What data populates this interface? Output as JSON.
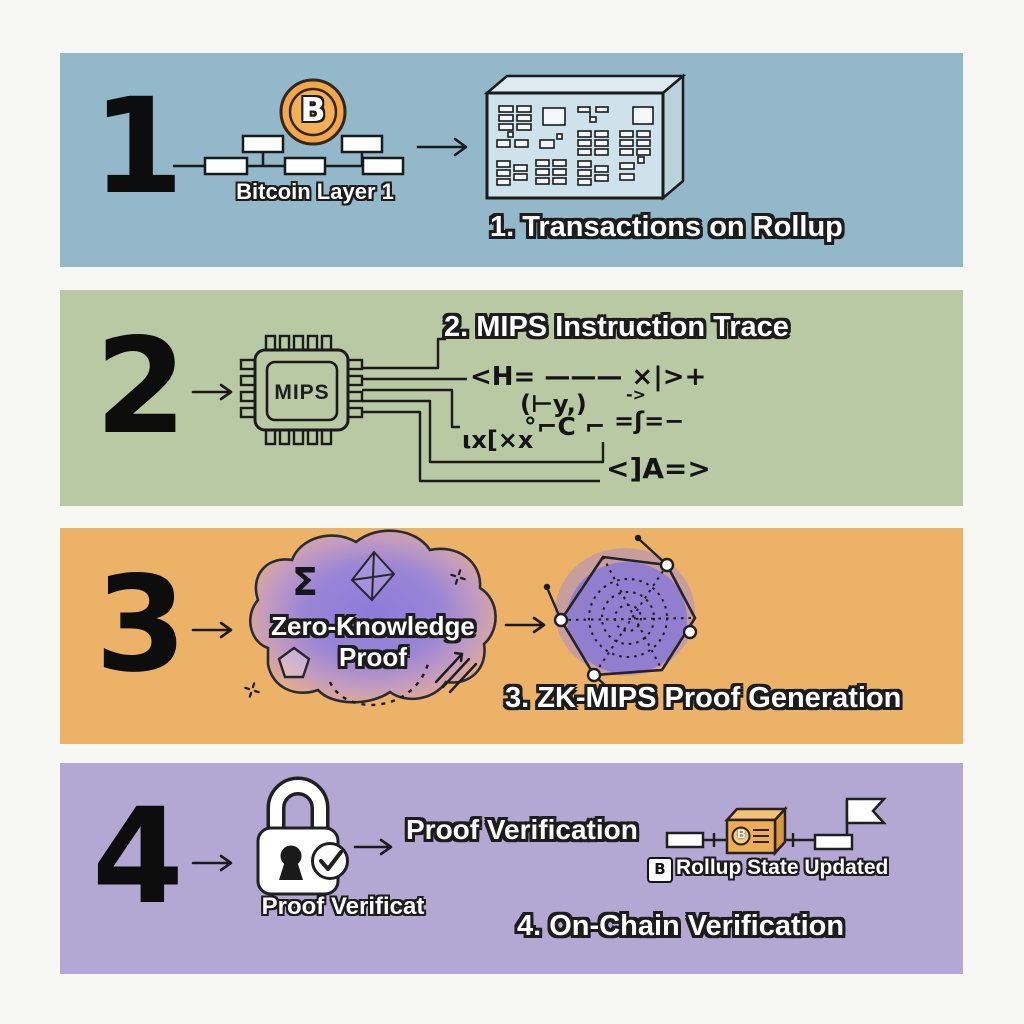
{
  "page": {
    "background": "#f7f7f4"
  },
  "steps": [
    {
      "number": "1",
      "band_color": "#93b8ca",
      "title": "1. Transactions on Rollup",
      "diagram_label": "Bitcoin Layer 1",
      "coin_symbol": "B",
      "icons": [
        "bitcoin-coin",
        "blockchain-tree",
        "right-arrow",
        "transactions-batch-box"
      ]
    },
    {
      "number": "2",
      "band_color": "#b9c9a3",
      "title": "2. MIPS Instruction Trace",
      "chip_label": "MIPS",
      "formula": {
        "l1": "<H= ——— ×|>+",
        "l2": "(⊢y,)",
        "l2b": "->",
        "l3a": "ιx[×x",
        "l3b": "°⌐C ⌐",
        "l3c": "=ʃ=−",
        "l4": "<]A=>"
      },
      "icons": [
        "right-arrow",
        "mips-chip",
        "instruction-trace-lines"
      ]
    },
    {
      "number": "3",
      "band_color": "#ecb368",
      "title": "3. ZK-MIPS Proof Generation",
      "cloud_symbol": "Σ",
      "cloud_line1": "Zero-Knowledge",
      "cloud_line2": "Proof",
      "icons": [
        "right-arrow",
        "zk-proof-cloud",
        "proof-hexagon-graph"
      ]
    },
    {
      "number": "4",
      "band_color": "#b3a8d3",
      "title": "4. On-Chain Verification",
      "lock_label": "Proof Verificat",
      "flow_title": "Proof Verification",
      "badge_symbol": "B",
      "state_label": "Rollup State Updated",
      "icons": [
        "right-arrow",
        "verified-padlock",
        "block-chain-with-bitcoin-cube",
        "flag"
      ]
    }
  ],
  "colors": {
    "band1_blue": "#93b8ca",
    "band2_green": "#b9c9a3",
    "band3_orange": "#ecb368",
    "band4_purple": "#b3a8d3",
    "bitcoin_orange": "#f2a74a",
    "cube_orange": "#eead55",
    "zk_purple": "#8b7ad5",
    "panel_blue": "#cde2ea",
    "ink": "#1c1c1c"
  }
}
